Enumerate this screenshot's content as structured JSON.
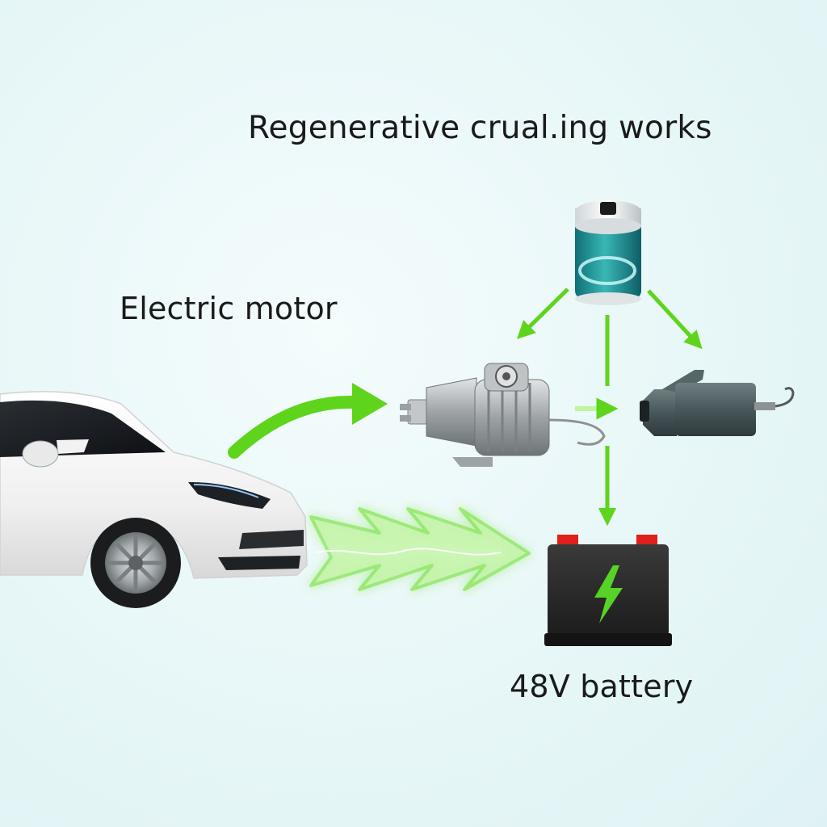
{
  "diagram": {
    "title": "Regenerative crual.ing works",
    "labels": {
      "electric_motor": "Electric motor",
      "battery": "48V battery"
    },
    "colors": {
      "background": "#e6f6f7",
      "arrow_green": "#5fd41c",
      "energy_glow": "#8ef05a",
      "battery_body": "#2a2a2a",
      "battery_terminal": "#e0201a",
      "lightning": "#57d226",
      "capacitor_liquid": "#2fa6a8",
      "motor_metal": "#a9adb0",
      "actuator_body": "#4d5b5d",
      "car_body": "#f7f7f7"
    },
    "icons": [
      "car-icon",
      "capacitor-icon",
      "electric-motor-icon",
      "actuator-icon",
      "battery-icon",
      "lightning-bolt-icon"
    ]
  }
}
